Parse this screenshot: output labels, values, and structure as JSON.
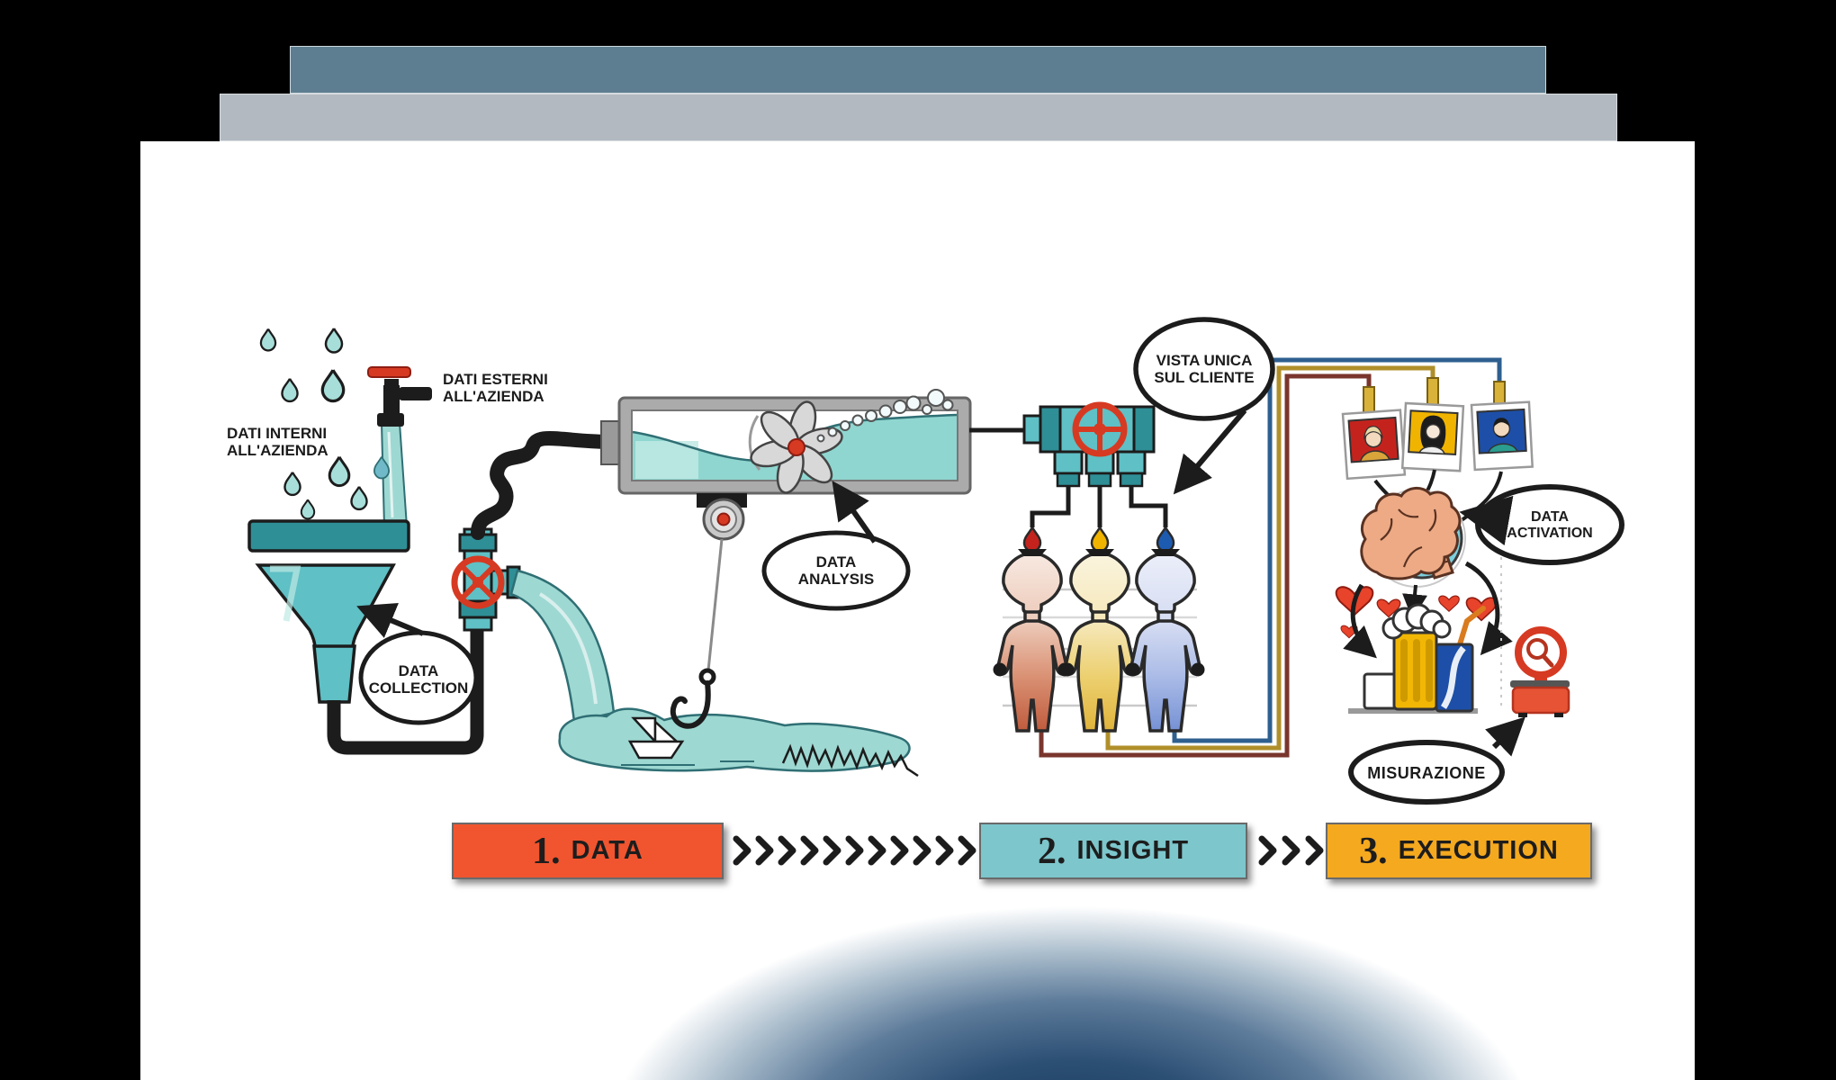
{
  "slide": {
    "page_background": "#000000",
    "slide_background": "#ffffff",
    "top_bar_color": "#5d7e90",
    "second_bar_color": "#b2b9c0",
    "glow_color": "#14365a"
  },
  "labels": {
    "internal_data": "DATI INTERNI\nALL'AZIENDA",
    "external_data": "DATI ESTERNI\nALL'AZIENDA",
    "data_collection": "DATA\nCOLLECTION",
    "data_analysis": "DATA\nANALYSIS",
    "single_customer_view": "VISTA UNICA\nSUL CLIENTE",
    "data_activation": "DATA\nACTIVATION",
    "measurement": "MISURAZIONE"
  },
  "stages": [
    {
      "number": "1.",
      "label": "DATA",
      "color": "#f0552f"
    },
    {
      "number": "2.",
      "label": "INSIGHT",
      "color": "#7cc6cc"
    },
    {
      "number": "3.",
      "label": "EXECUTION",
      "color": "#f5a91f"
    }
  ],
  "flow": {
    "chevrons_data_to_insight": 11,
    "chevrons_insight_to_execution": 3,
    "chevron_color": "#1c1c1c"
  },
  "illustration": {
    "water_color": "#9ed8d2",
    "machinery_teal": "#5fc0c5",
    "machinery_teal_dark": "#2f8f96",
    "valve_red": "#d63a22",
    "persona_colors": [
      "#bf5a3c",
      "#dfb33a",
      "#7490d4"
    ],
    "photo_colors": [
      "#c4231d",
      "#f0b400",
      "#1d4fa8"
    ],
    "wire_colors": [
      "#7a352c",
      "#b08f2a",
      "#2e5f8f"
    ],
    "heart_color": "#e8432b",
    "brain_color": "#edaa85",
    "lens_color": "#7ccfdd",
    "beer_color": "#f2b705",
    "can_color": "#1d4fa8",
    "scale_color": "#e65335"
  }
}
